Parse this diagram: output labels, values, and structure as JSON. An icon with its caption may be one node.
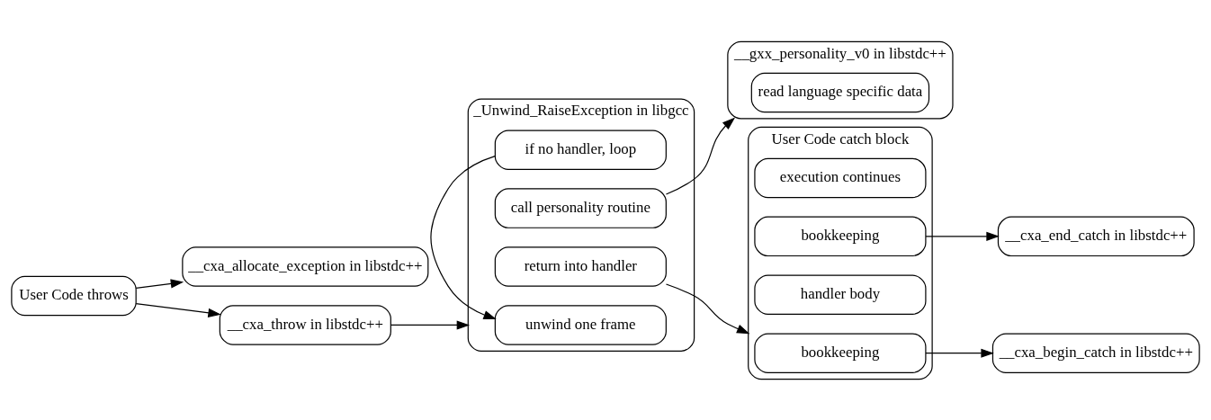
{
  "diagram": {
    "nodes": [
      {
        "text": [
          "User Code throws"
        ]
      },
      {
        "text": [
          "__cxa_allocate_exception in libstdc++"
        ]
      },
      {
        "text": [
          "__cxa_throw in libstdc++"
        ]
      },
      {
        "text": [
          "_Unwind_RaiseException in libgcc"
        ]
      },
      {
        "text": [
          "unwind one frame"
        ],
        "in": 3
      },
      {
        "text": [
          "call personality routine"
        ],
        "in": 3
      },
      {
        "text": [
          "if no handler, loop"
        ],
        "in": 3
      },
      {
        "text": [
          "return into handler"
        ],
        "in": 3
      },
      {
        "text": [
          "__gxx_personality_v0 in libstdc++"
        ]
      },
      {
        "text": [
          "read language specific data"
        ],
        "in": 8
      },
      {
        "text": [
          "User Code catch block"
        ]
      },
      {
        "text": [
          "bookkeeping"
        ],
        "in": 10
      },
      {
        "text": [
          "handler body"
        ],
        "in": 10
      },
      {
        "text": [
          "bookkeeping"
        ],
        "in": 10
      },
      {
        "text": [
          "execution continues"
        ],
        "in": 10
      },
      {
        "text": [
          "__cxa_begin_catch in libstdc++"
        ]
      },
      {
        "text": [
          "__cxa_end_catch in libstdc++"
        ]
      }
    ],
    "edges": [
      {
        "from": 0,
        "to": 1,
        "arrow": "to"
      },
      {
        "from": 0,
        "to": 2,
        "arrow": "to"
      },
      {
        "from": 2,
        "to": 3,
        "arrow": "to"
      },
      {
        "from": 5,
        "to": 8,
        "arrow": "to"
      },
      {
        "from": 6,
        "to": 4,
        "arrow": "to"
      },
      {
        "from": 7,
        "to": 10,
        "arrow": "to"
      },
      {
        "from": 11,
        "to": 15,
        "arrow": "to"
      },
      {
        "from": 13,
        "to": 16,
        "arrow": "to"
      }
    ]
  }
}
